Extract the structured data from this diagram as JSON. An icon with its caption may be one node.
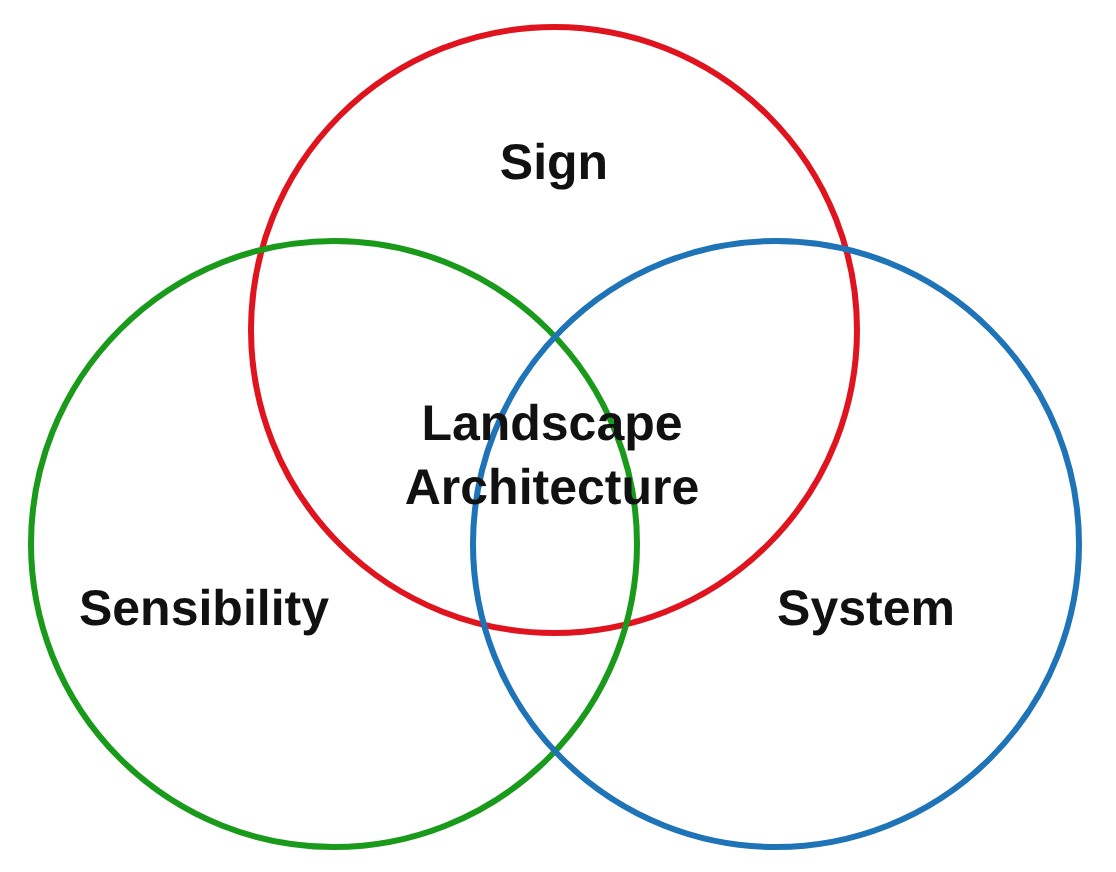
{
  "diagram": {
    "nodes": [
      {
        "text": [
          "Sign"
        ]
      },
      {
        "text": [
          "Sensibility"
        ]
      },
      {
        "text": [
          "System"
        ]
      }
    ],
    "labels": [
      "Landscape Architecture"
    ]
  }
}
